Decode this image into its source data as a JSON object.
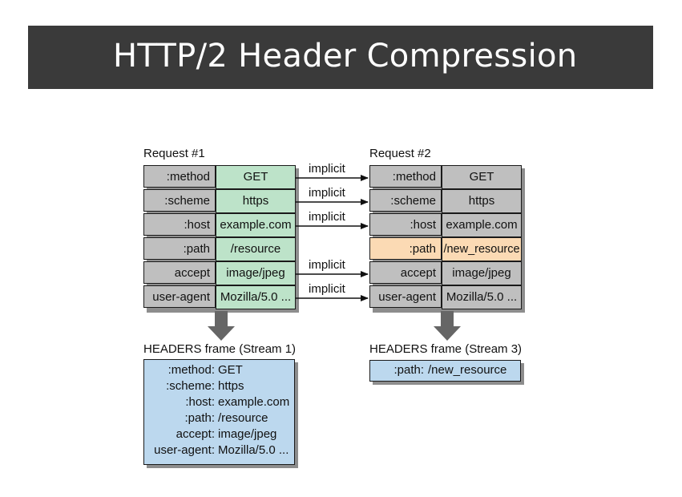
{
  "slide": {
    "title": "HTTP/2 Header Compression"
  },
  "diagram": {
    "request1": {
      "label": "Request #1",
      "rows": [
        {
          "name": ":method",
          "value": "GET"
        },
        {
          "name": ":scheme",
          "value": "https"
        },
        {
          "name": ":host",
          "value": "example.com"
        },
        {
          "name": ":path",
          "value": "/resource"
        },
        {
          "name": "accept",
          "value": "image/jpeg"
        },
        {
          "name": "user-agent",
          "value": "Mozilla/5.0 ..."
        }
      ]
    },
    "request2": {
      "label": "Request #2",
      "rows": [
        {
          "name": ":method",
          "value": "GET"
        },
        {
          "name": ":scheme",
          "value": "https"
        },
        {
          "name": ":host",
          "value": "example.com"
        },
        {
          "name": ":path",
          "value": "/new_resource"
        },
        {
          "name": "accept",
          "value": "image/jpeg"
        },
        {
          "name": "user-agent",
          "value": "Mozilla/5.0 ..."
        }
      ]
    },
    "implicit_labels": [
      "implicit",
      "implicit",
      "implicit",
      "implicit",
      "implicit"
    ],
    "frame1": {
      "label": "HEADERS frame (Stream 1)",
      "lines": [
        {
          "name": ":method:",
          "value": "GET"
        },
        {
          "name": ":scheme:",
          "value": "https"
        },
        {
          "name": ":host:",
          "value": "example.com"
        },
        {
          "name": ":path:",
          "value": "/resource"
        },
        {
          "name": "accept:",
          "value": "image/jpeg"
        },
        {
          "name": "user-agent:",
          "value": "Mozilla/5.0 ..."
        }
      ]
    },
    "frame3": {
      "label": "HEADERS frame (Stream 3)",
      "lines": [
        {
          "name": ":path:",
          "value": "/new_resource"
        }
      ]
    },
    "colors": {
      "title_bar": "#3a3a3a",
      "header_name_cell": "#bfbfbf",
      "request1_value_cell": "#bde3c9",
      "request2_value_cell": "#bfbfbf",
      "changed_row": "#fbdab4",
      "frame_box": "#bcd8ee",
      "down_arrow": "#666666"
    }
  }
}
